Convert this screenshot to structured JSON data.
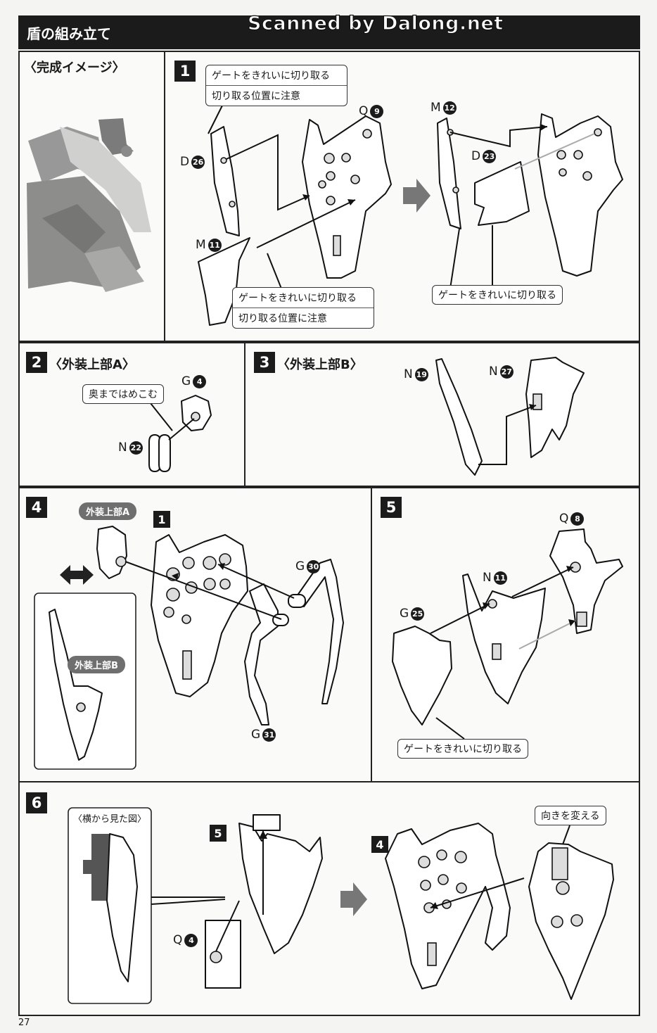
{
  "header": {
    "title": "盾の組み立て",
    "watermark": "Scanned by Dalong.net"
  },
  "preview": {
    "label": "〈完成イメージ〉"
  },
  "steps": {
    "s1": {
      "number": "1",
      "note_a": [
        "ゲートをきれいに切り取る",
        "切り取る位置に注意"
      ],
      "note_b": [
        "ゲートをきれいに切り取る",
        "切り取る位置に注意"
      ],
      "note_c": "ゲートをきれいに切り取る",
      "parts": {
        "d26": {
          "letter": "D",
          "num": "26"
        },
        "q9": {
          "letter": "Q",
          "num": "9"
        },
        "m11": {
          "letter": "M",
          "num": "11"
        },
        "m12": {
          "letter": "M",
          "num": "12"
        },
        "d23": {
          "letter": "D",
          "num": "23"
        }
      }
    },
    "s2": {
      "number": "2",
      "title": "〈外装上部A〉",
      "note": "奥まではめこむ",
      "parts": {
        "g4": {
          "letter": "G",
          "num": "4"
        },
        "n22": {
          "letter": "N",
          "num": "22"
        }
      }
    },
    "s3": {
      "number": "3",
      "title": "〈外装上部B〉",
      "parts": {
        "n19": {
          "letter": "N",
          "num": "19"
        },
        "n27": {
          "letter": "N",
          "num": "27"
        }
      }
    },
    "s4": {
      "number": "4",
      "ref": "1",
      "label_a": "外装上部A",
      "label_b": "外装上部B",
      "parts": {
        "g30": {
          "letter": "G",
          "num": "30"
        },
        "g31": {
          "letter": "G",
          "num": "31"
        }
      }
    },
    "s5": {
      "number": "5",
      "note": "ゲートをきれいに切り取る",
      "parts": {
        "q8": {
          "letter": "Q",
          "num": "8"
        },
        "n11": {
          "letter": "N",
          "num": "11"
        },
        "g25": {
          "letter": "G",
          "num": "25"
        }
      }
    },
    "s6": {
      "number": "6",
      "side_view": "〈横から見た図〉",
      "ref5": "5",
      "ref4": "4",
      "note": "向きを変える",
      "parts": {
        "q4": {
          "letter": "Q",
          "num": "4"
        }
      }
    }
  },
  "footer": {
    "page_number": "27"
  }
}
